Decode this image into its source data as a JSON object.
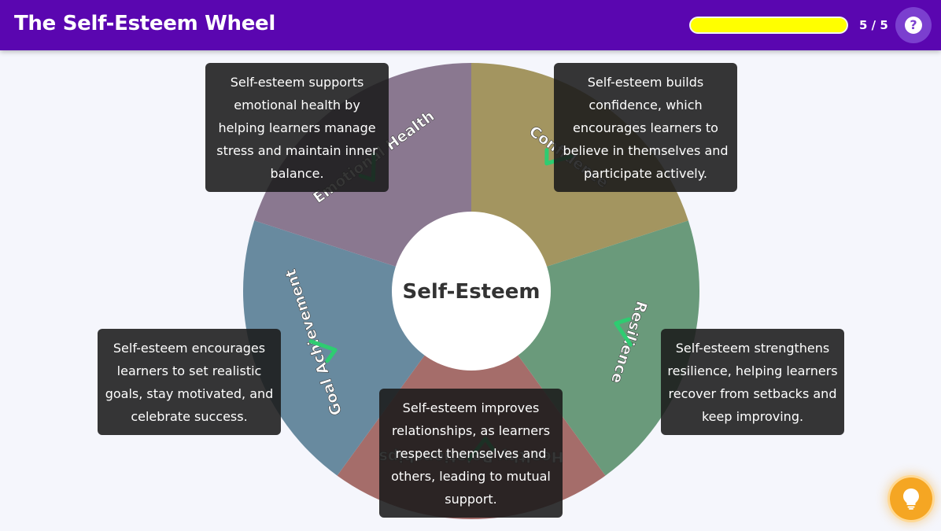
{
  "header": {
    "title": "The Self-Esteem Wheel",
    "progress_text": "5 / 5",
    "progress_fraction": 1.0,
    "progress_color": "#ffff00",
    "help_icon": "question-circle-icon"
  },
  "wheel": {
    "center_label": "Self-Esteem",
    "segments": [
      {
        "label": "Confidence",
        "color": "#a39560"
      },
      {
        "label": "Resilience",
        "color": "#6a9a7b"
      },
      {
        "label": "Healthy Relationships",
        "color": "#a56d6a"
      },
      {
        "label": "Goal Achievement",
        "color": "#688a9f"
      },
      {
        "label": "Emotional Health",
        "color": "#8a7890"
      }
    ],
    "check_icon": "checkmark-icon",
    "check_color": "#2ecc71"
  },
  "cards": {
    "emotional": "Self-esteem supports emotional health by helping learners manage stress and maintain inner balance.",
    "confidence": "Self-esteem builds confidence, which encourages learners to believe in themselves and participate actively.",
    "goals": "Self-esteem encourages learners to set realistic goals, stay motivated, and celebrate success.",
    "resilience": "Self-esteem strengthens resilience, helping learners recover from setbacks and keep improving.",
    "relationships": "Self-esteem improves relationships, as learners respect themselves and others, leading to mutual support."
  },
  "hint": {
    "icon": "lightbulb-icon",
    "color": "#f5a623"
  }
}
